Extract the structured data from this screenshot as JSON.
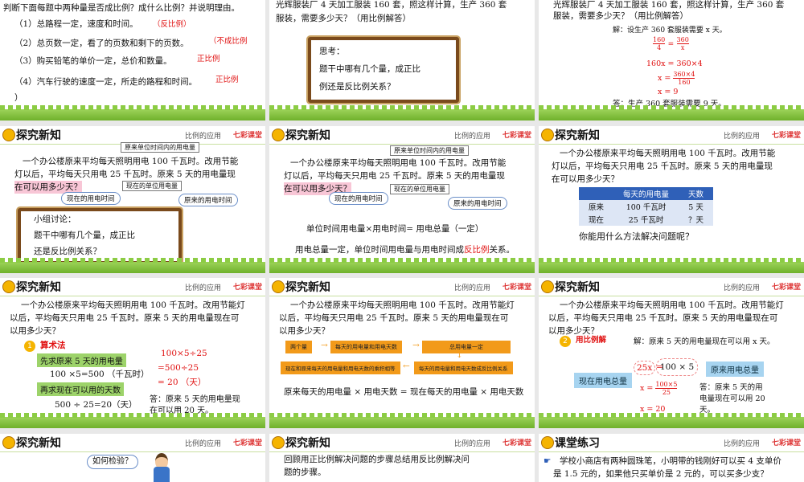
{
  "header": {
    "title": "探究新知",
    "subtitle": "比例的应用",
    "logo": "七彩课堂",
    "practice_title": "课堂练习"
  },
  "s1": {
    "line0": "判断下面每题中两种量是否成比例？成什么比例？并说明理由。",
    "items": [
      "（1）总路程一定，速度和时间。",
      "（2）总页数一定，看了的页数和剩下的页数。",
      "（3）购买铅笔的单价一定，总价和数量。",
      "（4）汽车行驶的速度一定，所走的路程和时间。",
      "）"
    ],
    "answers": [
      "（反比例）",
      "（不成比例",
      "正比例",
      "正比例"
    ]
  },
  "s2": {
    "line0": "光辉服装厂 4 天加工服装 160 套，照这样计算，生产 360 套",
    "line1": "服装，需要多少天？（用比例解答）",
    "board": [
      "思考：",
      "题干中哪有几个量，成正比",
      "例还是反比例关系？"
    ]
  },
  "s3": {
    "line0": "光辉服装厂 4 天加工服装 160 套，照这样计算，生产 360 套",
    "line1": "服装，需要多少天？（用比例解答）",
    "sol": "解：设生产 360 套服装需要 x 天。",
    "f1n": "160",
    "f1d": "4",
    "eq": "=",
    "f2n": "360",
    "f2d": "x",
    "step2": "160x = 360×4",
    "x_eq": "x =",
    "f3n": "360×4",
    "f3d": "160",
    "step4": "x = 9",
    "ans": "答：生产 360 套服装需要 9 天。"
  },
  "problem": {
    "p1": "一个办公楼原来平均每天照明用电 100 千瓦时。改用节能",
    "p2": "灯以后，平均每天只用电 25 千瓦时。原来 5 天的用电量现",
    "p3": "在可以用多少天？",
    "q1": "一个办公楼原来平均每天照明用电 100 千瓦时。改用节能灯",
    "q2": "以后，平均每天只用电 25 千瓦时。原来 5 天的用电量现在可",
    "q3": "以用多少天？"
  },
  "s4": {
    "cloud_top": "原来单位时间内的用电量",
    "cloud_mid": "现在的单位用电量",
    "cloud_now": "现在的用电时间",
    "cloud_orig": "原来的用电时间",
    "board": [
      "小组讨论：",
      "题干中哪有几个量，成正比",
      "还是反比例关系？"
    ]
  },
  "s5": {
    "formula1": "单位时间用电量×用电时间= 用电总量（一定）",
    "formula2a": "用电总量一定，单位时间用电量与用电时间成",
    "formula2b": "反比例",
    "formula2c": "关系。"
  },
  "s6": {
    "table": {
      "headers": [
        "",
        "每天的用电量",
        "天数"
      ],
      "rows": [
        [
          "原来",
          "100 千瓦时",
          "5 天"
        ],
        [
          "现在",
          "25 千瓦时",
          "？天"
        ]
      ]
    },
    "question": "你能用什么方法解决问题呢？"
  },
  "s7": {
    "badge": "1",
    "method": "算术法",
    "g1": "先求原来 5 天的用电量",
    "c1": "100 ×5=500 （千瓦时）",
    "g2": "再求现在可以用的天数",
    "c2": "500 ÷ 25=20（天）",
    "r1": "100×5÷25",
    "r2": "=500÷25",
    "r3": "= 20 （天）",
    "ans1": "答：原来 5 天的用电量现",
    "ans2": "在可以用 20 天。"
  },
  "s8": {
    "o1": "两个量",
    "o2": "每天的用电量和用电天数",
    "o3": "总用电量一定",
    "o4": "现在和原来每天的用电量和用电天数的乘积相等",
    "o5": "每天的用电量和用电天数成反比例关系",
    "formula": "原来每天的用电量 × 用电天数 = 现在每天的用电量 × 用电天数"
  },
  "s9": {
    "badge": "2",
    "method": "用比例解",
    "sol": "解：原来 5 天的用电量现在可以用 x 天。",
    "eq_l": "25x",
    "eq_m": "=",
    "eq_r": "100 × 5",
    "lbl_l": "现在用电总量",
    "lbl_r": "原来用电总量",
    "x_eq": "x =",
    "fn": "100×5",
    "fd": "25",
    "step3": "x = 20",
    "ans1": "答：原来 5 天的用",
    "ans2": "电量现在可以用 20",
    "ans3": "天。"
  },
  "s10": {
    "bubble": "如何检验？"
  },
  "s11": {
    "l1": "回顾用正比例解决问题的步骤总结用反比例解决问",
    "l2": "题的步骤。"
  },
  "s12": {
    "l1": "学校小商店有两种圆珠笔，小明带的钱刚好可以买 4 支单价",
    "l2": "是 1.5 元的，如果他只买单价是 2 元的，可以买多少支？"
  }
}
